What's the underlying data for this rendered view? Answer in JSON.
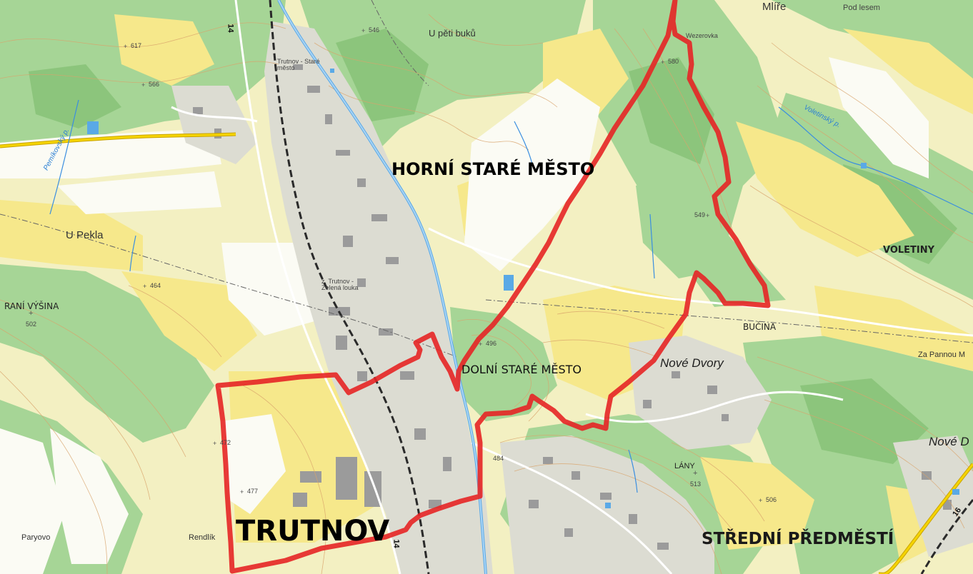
{
  "map": {
    "labels": {
      "trutnov": "TRUTNOV",
      "horni_stare_mesto": "HORNÍ STARÉ MĚSTO",
      "dolni_stare_mesto": "DOLNÍ STARÉ MĚSTO",
      "stredni_predmesti": "STŘEDNÍ PŘEDMĚSTÍ",
      "voletiny": "VOLETINY",
      "nove_dvory": "Nové Dvory",
      "nove_dvory_right": "Nové D",
      "u_pekla": "U Pekla",
      "u_peti_buku": "U pěti buků",
      "bucina": "BUČINA",
      "lany": "LÁNY",
      "rani_vysina": "RANÍ VÝŠINA",
      "mlire": "Mlíře",
      "pod_lesem": "Pod lesem",
      "za_pannou_marii": "Za Pannou M",
      "paryovo": "Paryovo",
      "rendlik": "Rendlík",
      "wezerovka": "Wezerovka",
      "trutnov_stare_mesto": "Trutnov - Staré město",
      "trutnov_zelena_louka": "z. Trutnov - Zelená louka"
    },
    "elevations": {
      "e546": "546",
      "e566": "566",
      "e580": "580",
      "e549": "549",
      "e496": "496",
      "e502": "502",
      "e472": "472",
      "e477": "477",
      "e513": "513",
      "e506": "506",
      "e464": "464",
      "e484": "484",
      "e617": "617"
    },
    "streams": {
      "pemikovsky": "Pemíkovský p.",
      "voletinsky": "Voletinský p."
    },
    "road_numbers": {
      "r14_top": "14",
      "r14_bottom": "14",
      "r16": "16"
    },
    "colors": {
      "forest": "#9fd18f",
      "forest_light": "#b5dca3",
      "field": "#f3f0c2",
      "meadow": "#f7e98b",
      "urban": "#d9d9cf",
      "boundary": "#e52525",
      "water": "#5aa9e6"
    }
  }
}
